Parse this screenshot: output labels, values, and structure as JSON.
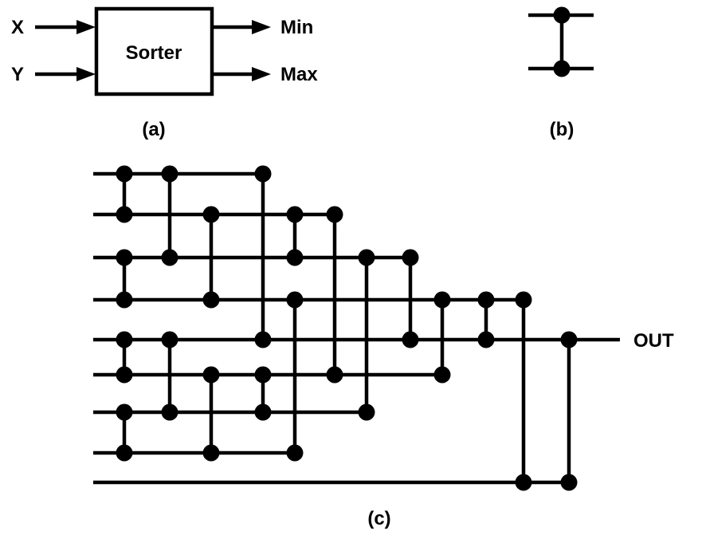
{
  "panel_a": {
    "input_x": "X",
    "input_y": "Y",
    "block_label": "Sorter",
    "output_min": "Min",
    "output_max": "Max",
    "caption": "(a)"
  },
  "panel_b": {
    "caption": "(b)"
  },
  "panel_c": {
    "output_label": "OUT",
    "caption": "(c)",
    "wire_count": 9,
    "comparators": [
      [
        0,
        1
      ],
      [
        0,
        2
      ],
      [
        0,
        4
      ],
      [
        1,
        3
      ],
      [
        1,
        2
      ],
      [
        1,
        5
      ],
      [
        2,
        3
      ],
      [
        2,
        6
      ],
      [
        2,
        4
      ],
      [
        3,
        7
      ],
      [
        3,
        5
      ],
      [
        3,
        4
      ],
      [
        3,
        8
      ],
      [
        4,
        5
      ],
      [
        4,
        6
      ],
      [
        4,
        8
      ],
      [
        5,
        7
      ],
      [
        5,
        6
      ],
      [
        6,
        7
      ]
    ]
  }
}
